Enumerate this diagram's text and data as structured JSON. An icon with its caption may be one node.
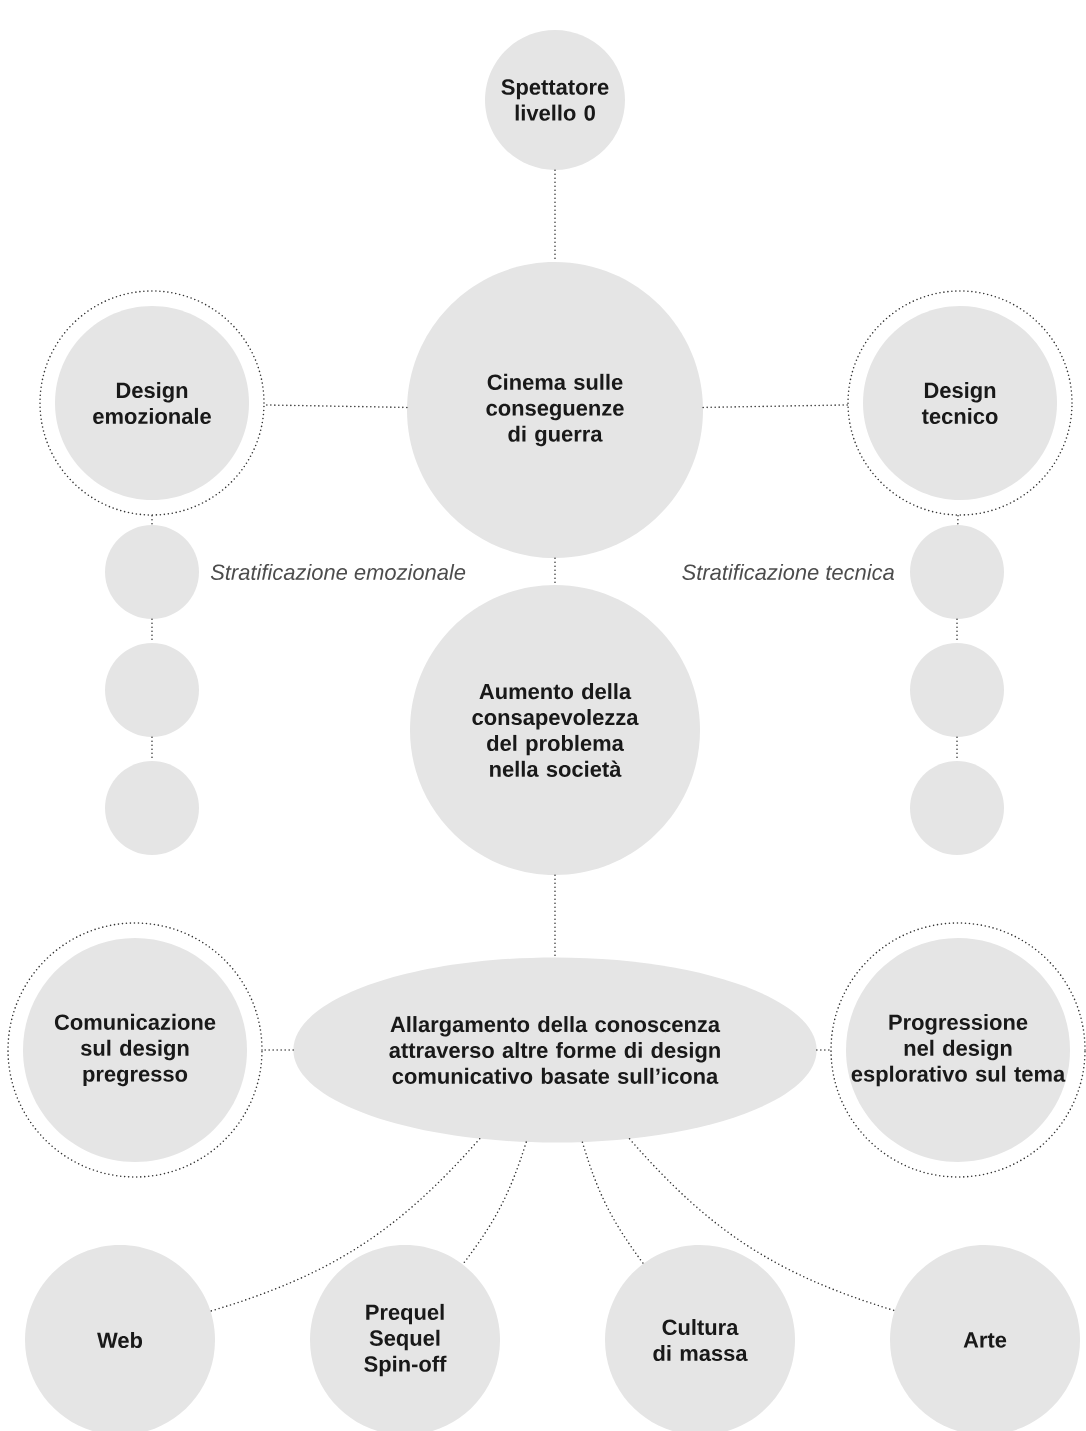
{
  "diagram": {
    "nodes": [
      {
        "text": [
          "Spettatore livello 0"
        ]
      },
      {
        "text": [
          "Design emozionale"
        ]
      },
      {
        "text": [
          "Cinema sulle conseguenze di guerra"
        ]
      },
      {
        "text": [
          "Design tecnico"
        ]
      },
      {
        "text": [],
        "shape": "circle"
      },
      {
        "text": [],
        "shape": "circle"
      },
      {
        "text": [
          "Aumento della consapevolezza del problema nella società"
        ]
      },
      {
        "text": [],
        "shape": "circle"
      },
      {
        "text": [],
        "shape": "circle"
      },
      {
        "text": [],
        "shape": "circle"
      },
      {
        "text": [],
        "shape": "circle"
      },
      {
        "text": [
          "Comunicazione sul design pregresso"
        ]
      },
      {
        "text": [
          "Allargamento della conoscenza attraverso altre forme di design comunicativo basate sull’icona"
        ]
      },
      {
        "text": [
          "Progressione nel design esplorativo sul tema"
        ]
      },
      {
        "text": [
          "Web"
        ]
      },
      {
        "text": [
          "Prequel Sequel Spin-off"
        ]
      },
      {
        "text": [
          "Cultura di massa"
        ]
      },
      {
        "text": [
          "Arte"
        ]
      }
    ],
    "edges": [
      {
        "from": 0,
        "to": 2,
        "arrow": "none"
      },
      {
        "from": 2,
        "to": 1,
        "arrow": "none"
      },
      {
        "from": 2,
        "to": 3,
        "arrow": "none"
      },
      {
        "from": 1,
        "to": 4,
        "arrow": "none"
      },
      {
        "from": 4,
        "to": 7,
        "arrow": "none"
      },
      {
        "from": 7,
        "to": 9,
        "arrow": "none"
      },
      {
        "from": 3,
        "to": 5,
        "arrow": "none"
      },
      {
        "from": 5,
        "to": 8,
        "arrow": "none"
      },
      {
        "from": 8,
        "to": 10,
        "arrow": "none"
      },
      {
        "from": 2,
        "to": 6,
        "arrow": "none"
      },
      {
        "from": 6,
        "to": 12,
        "arrow": "none"
      },
      {
        "from": 12,
        "to": 11,
        "arrow": "none"
      },
      {
        "from": 12,
        "to": 13,
        "arrow": "none"
      },
      {
        "from": 12,
        "to": 14,
        "arrow": "none"
      },
      {
        "from": 12,
        "to": 15,
        "arrow": "none"
      },
      {
        "from": 12,
        "to": 16,
        "arrow": "none"
      },
      {
        "from": 12,
        "to": 17,
        "arrow": "none"
      }
    ],
    "labels": [
      "Stratificazione emozionale",
      "Stratificazione tecnica"
    ]
  }
}
